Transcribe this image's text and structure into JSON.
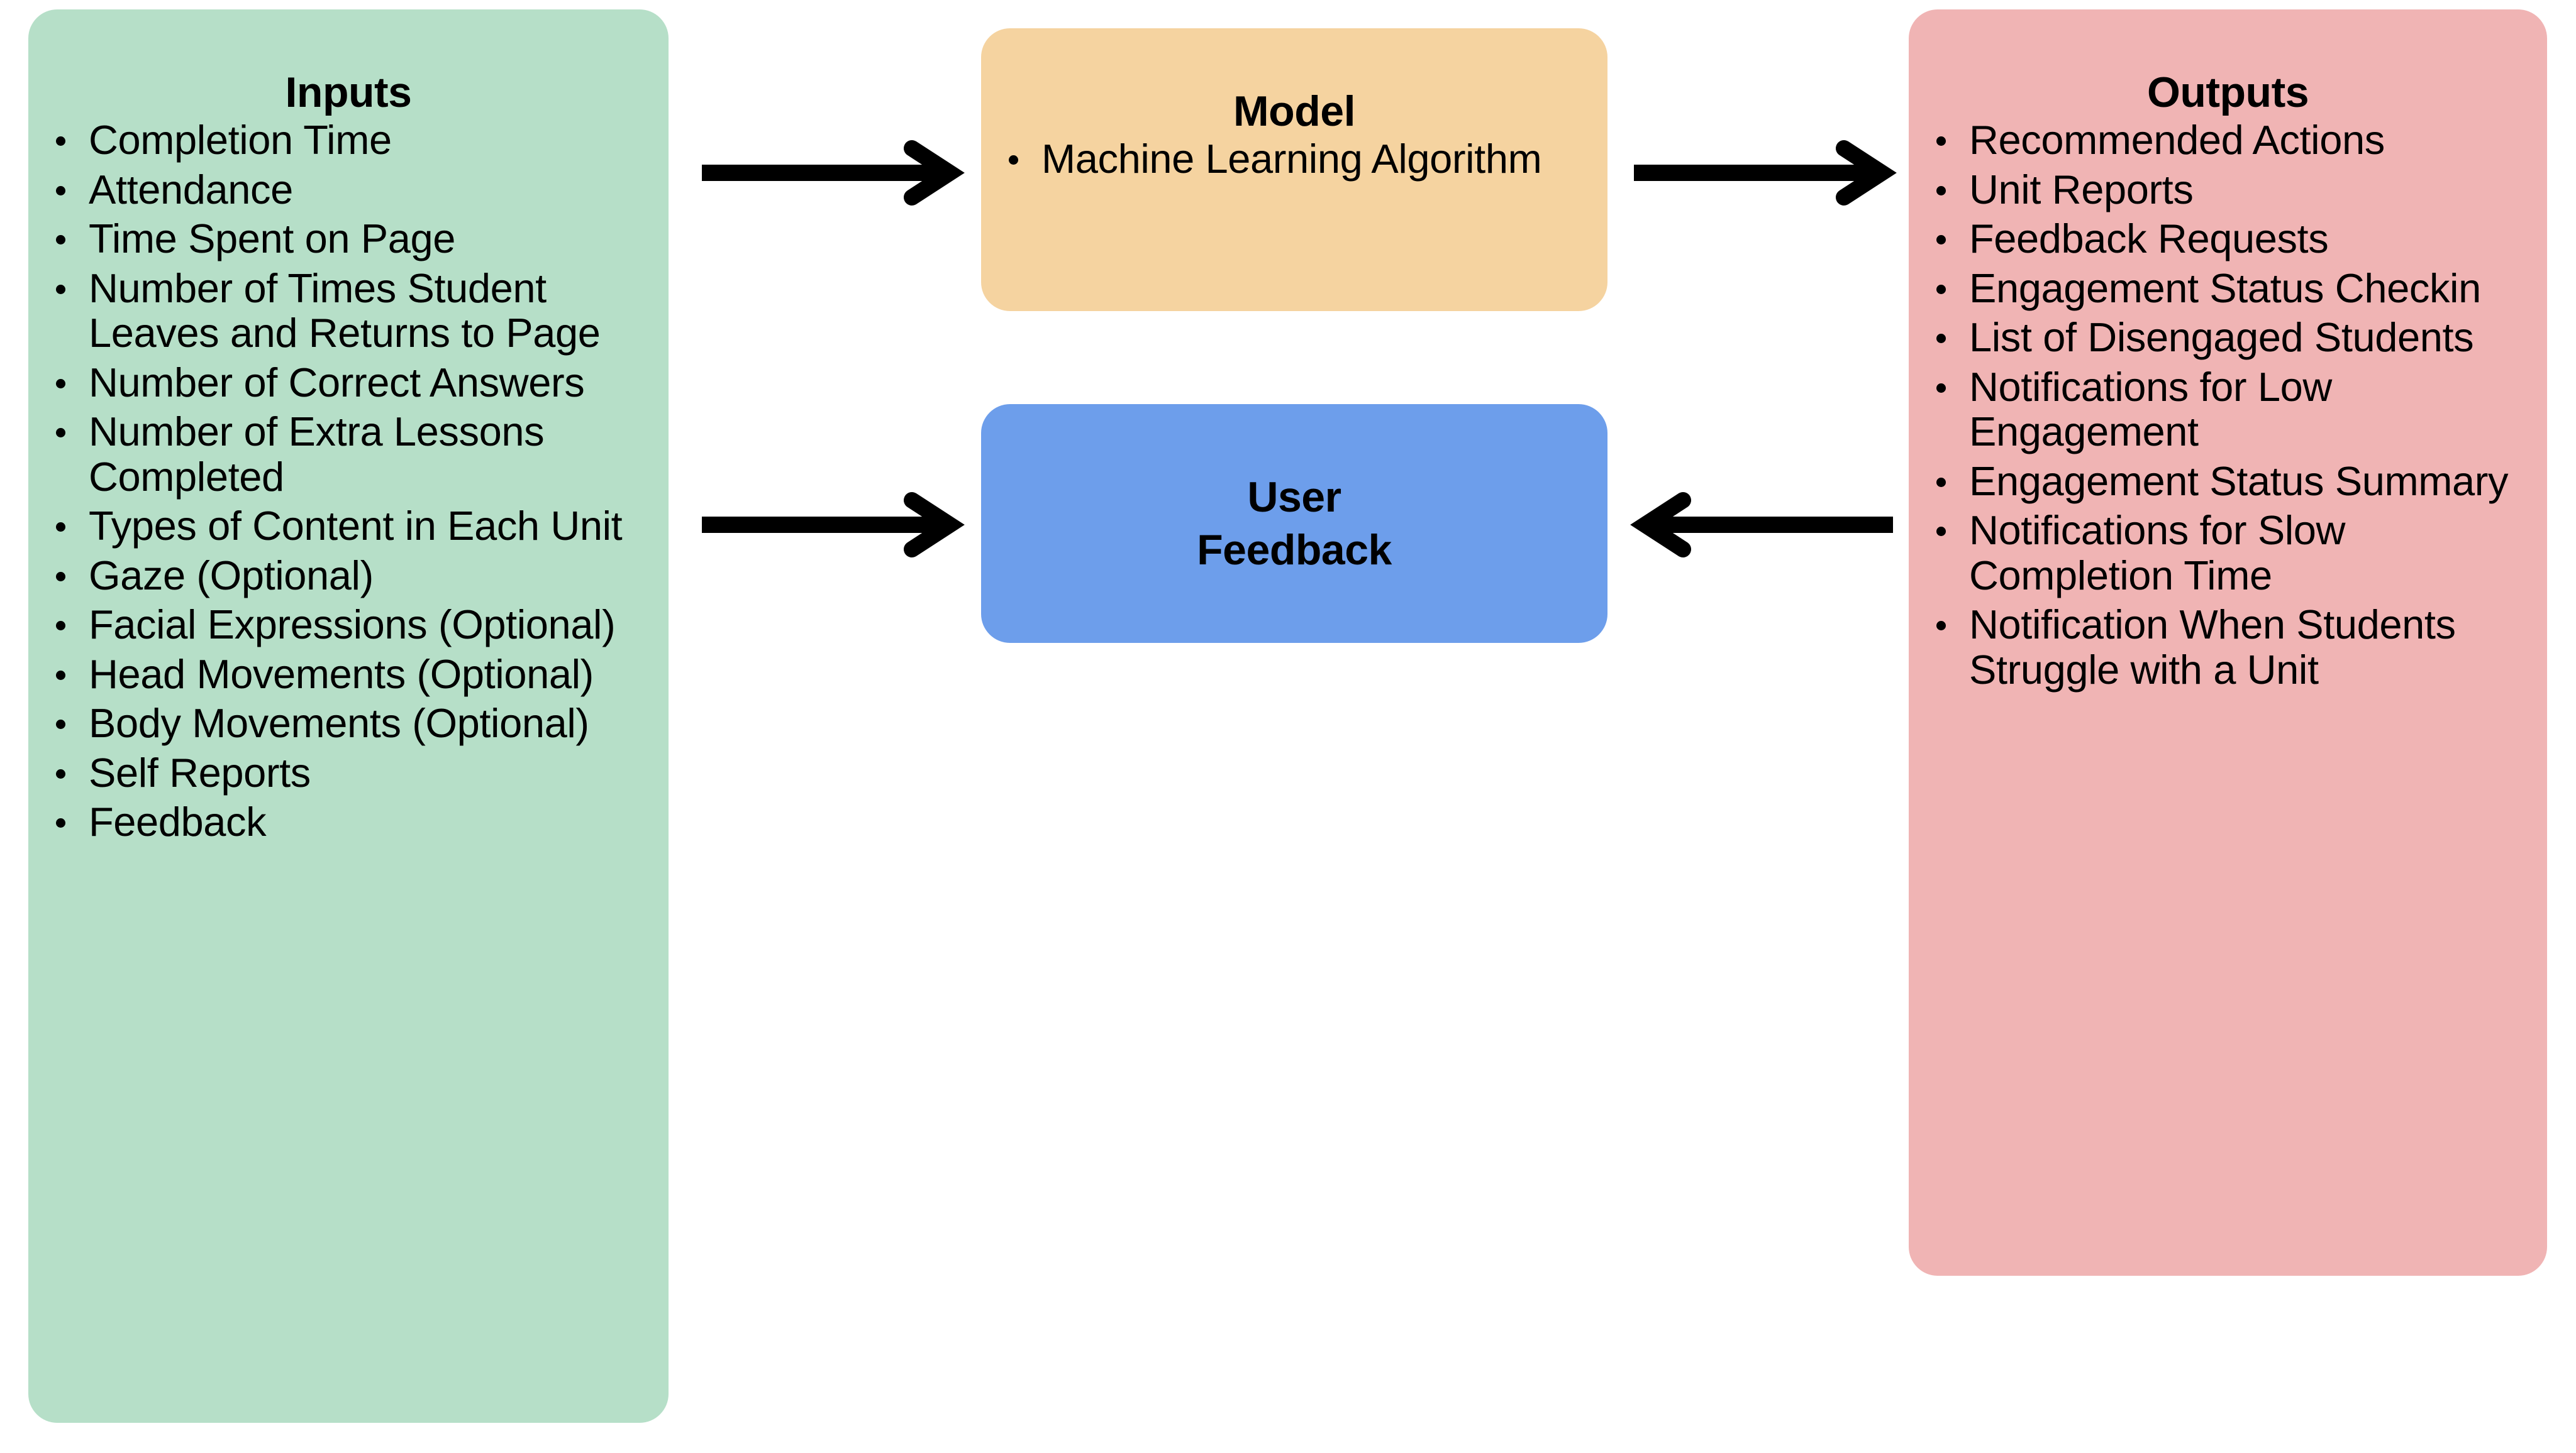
{
  "diagram": {
    "title": "Inputs / Model / Outputs / User Feedback system flow",
    "colors": {
      "inputs_bg": "#b6dfc8",
      "model_bg": "#f5d3a0",
      "feedback_bg": "#6d9eeb",
      "outputs_bg": "#f0b4b4",
      "arrow": "#000000",
      "text": "#000000",
      "canvas_bg": "#ffffff"
    },
    "inputs": {
      "heading": "Inputs",
      "items": [
        "Completion Time",
        "Attendance",
        "Time Spent on Page",
        "Number of Times Student Leaves and Returns to Page",
        "Number of Correct Answers",
        "Number of Extra Lessons Completed",
        "Types of Content in Each Unit",
        "Gaze (Optional)",
        "Facial Expressions (Optional)",
        "Head Movements (Optional)",
        "Body Movements (Optional)",
        "Self Reports",
        "Feedback"
      ]
    },
    "model": {
      "heading": "Model",
      "items": [
        "Machine Learning Algorithm"
      ]
    },
    "user_feedback": {
      "line1": "User",
      "line2": "Feedback"
    },
    "outputs": {
      "heading": "Outputs",
      "items": [
        "Recommended Actions",
        "Unit Reports",
        "Feedback Requests",
        "Engagement Status Checkin",
        "List of Disengaged Students",
        "Notifications for Low Engagement",
        "Engagement Status Summary",
        "Notifications for Slow Completion Time",
        "Notification When Students Struggle with a Unit"
      ]
    },
    "arrows": [
      {
        "name": "inputs-to-model",
        "direction": "right"
      },
      {
        "name": "inputs-to-user-feedback",
        "direction": "right"
      },
      {
        "name": "model-to-outputs",
        "direction": "right"
      },
      {
        "name": "outputs-to-user-feedback",
        "direction": "left"
      }
    ]
  }
}
